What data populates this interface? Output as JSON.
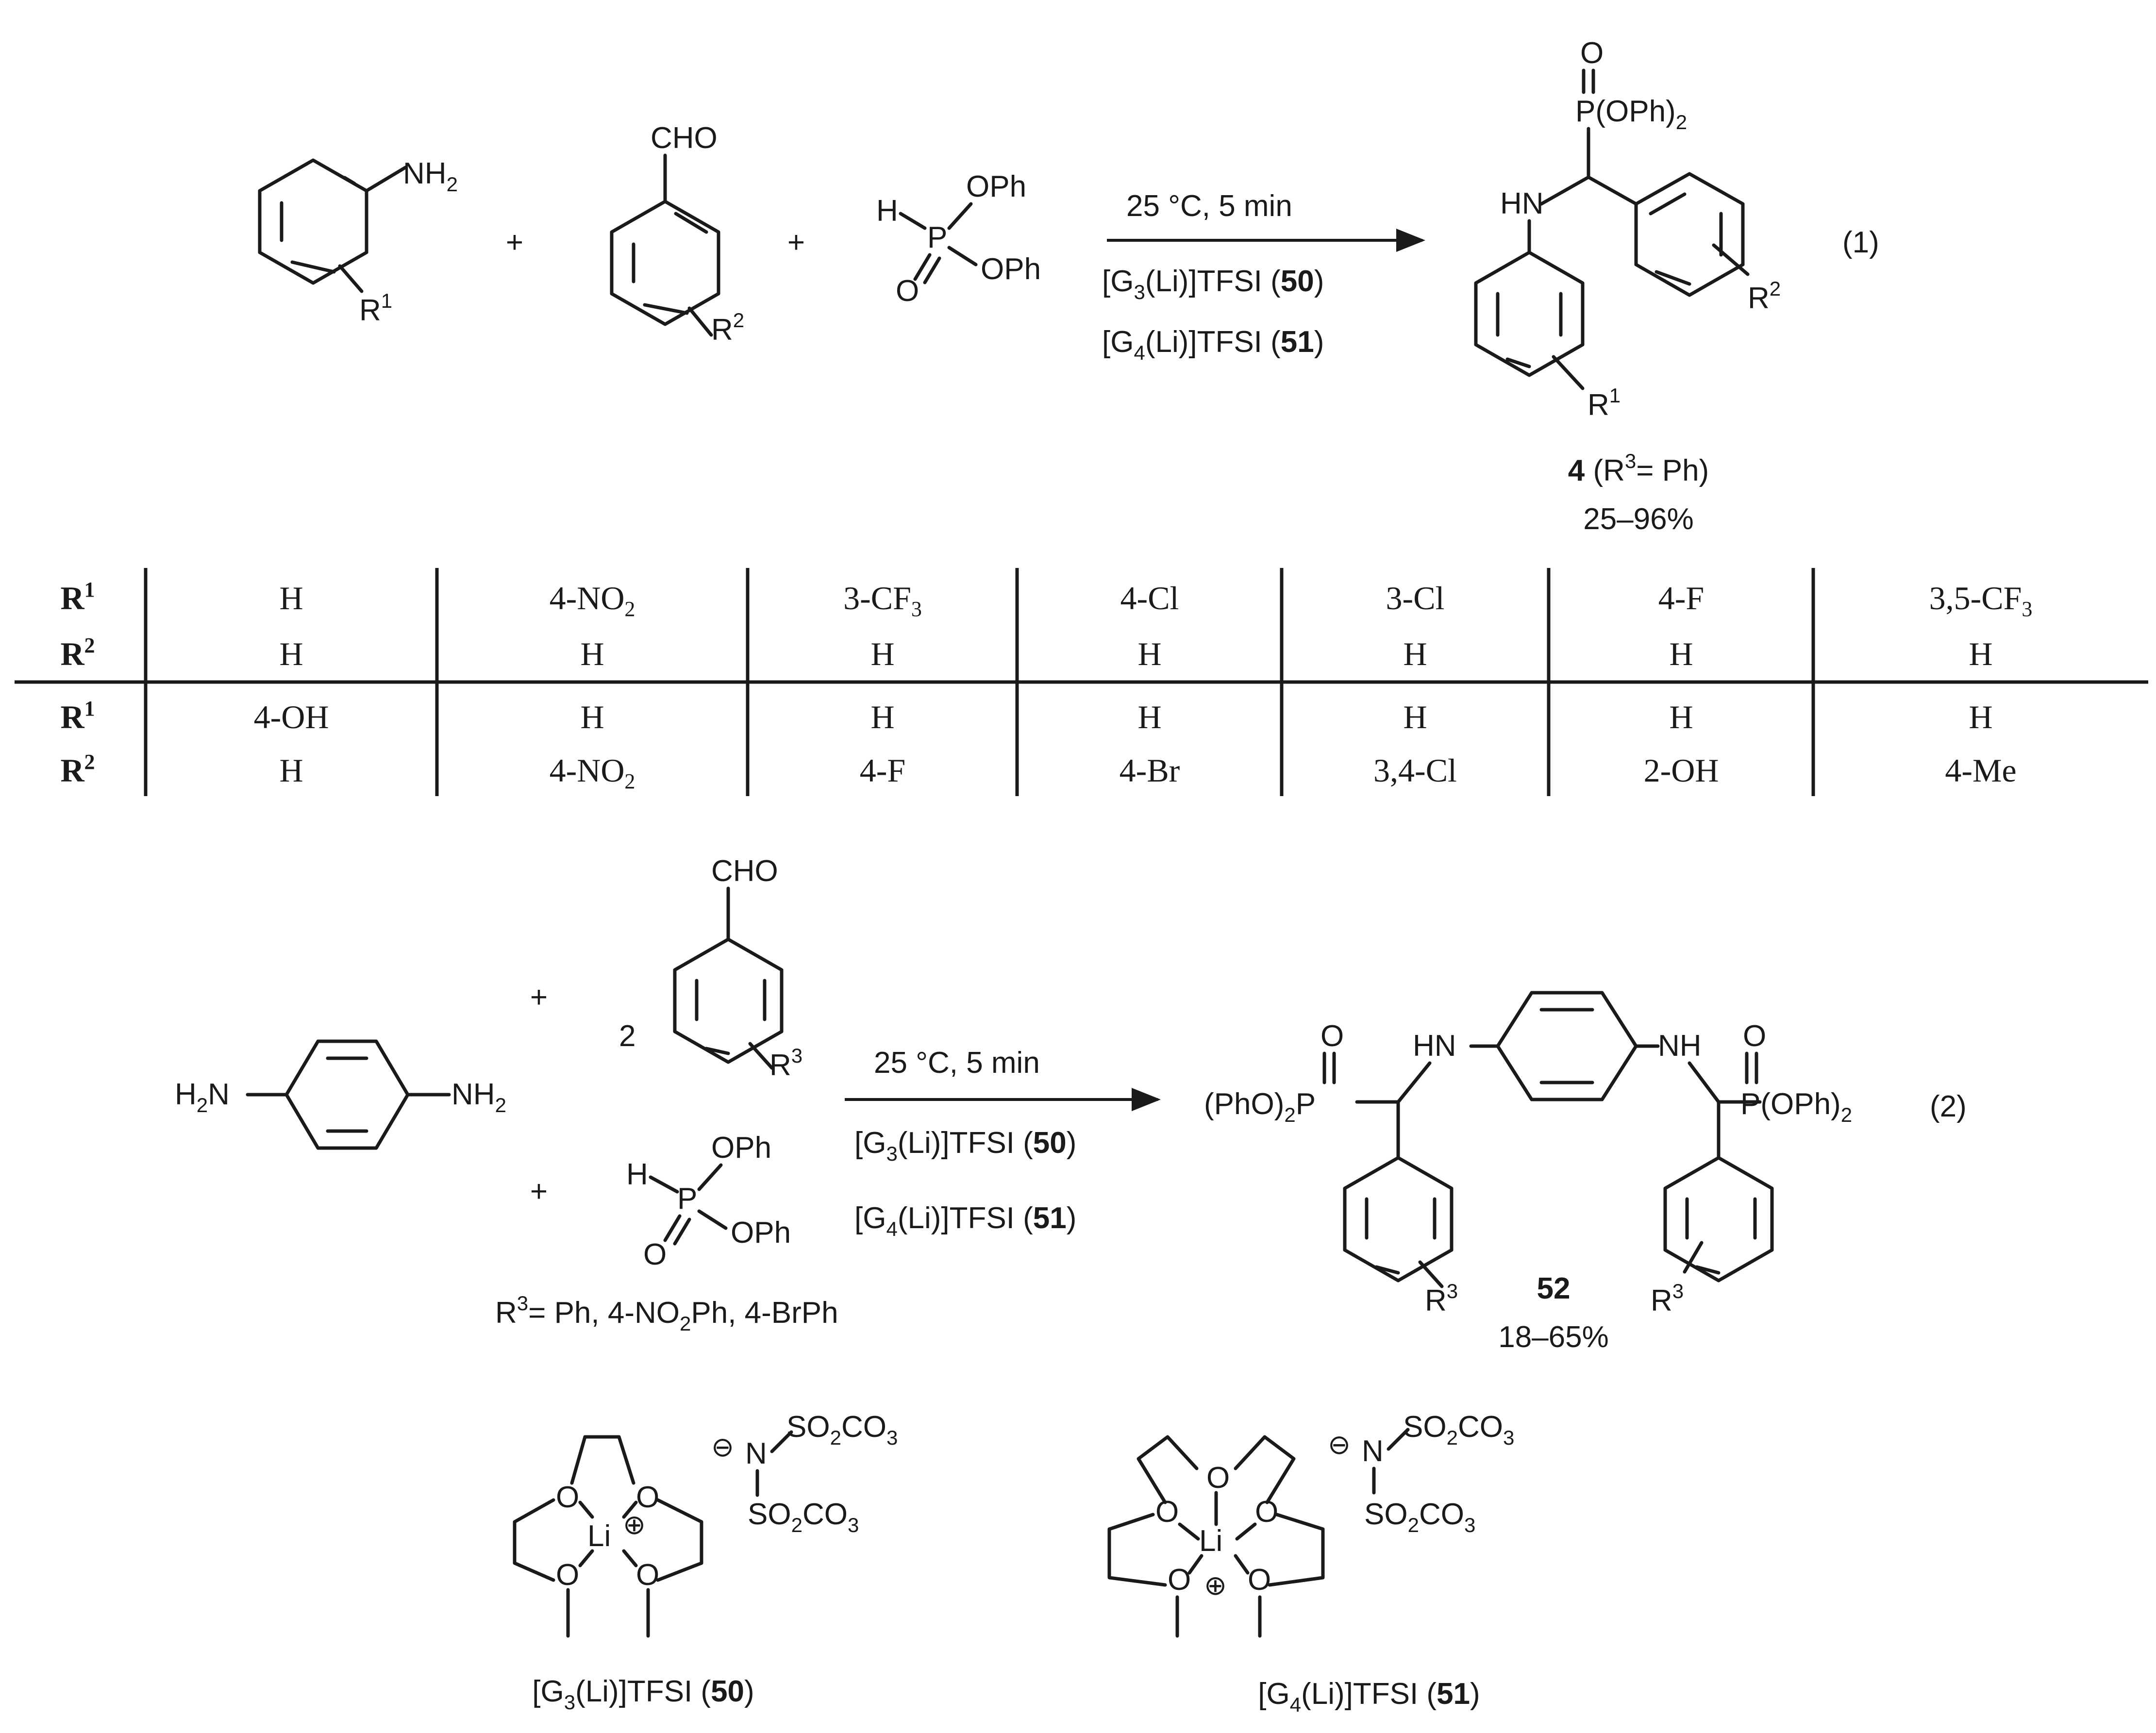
{
  "reaction1": {
    "reactant1": {
      "group": "NH",
      "sub": "2",
      "substituent": "R",
      "sup": "1"
    },
    "plus": "+",
    "reactant2": {
      "group": "CHO",
      "substituent": "R",
      "sup": "2"
    },
    "reactant3": {
      "h": "H",
      "p": "P",
      "o": "O",
      "ph1": "OPh",
      "ph2": "OPh"
    },
    "conditions": [
      "25 °C, 5 min",
      {
        "pre": "[G",
        "sub": "3",
        "mid": "(Li)]TFSI (",
        "bold": "50",
        "post": ")"
      },
      {
        "pre": "[G",
        "sub": "4",
        "mid": "(Li)]TFSI (",
        "bold": "51",
        "post": ")"
      }
    ],
    "product": {
      "o": "O",
      "pgroup": "P(OPh)",
      "psub": "2",
      "hn": "HN",
      "r1": "R",
      "r1sup": "1",
      "r2": "R",
      "r2sup": "2",
      "id_bold": "4",
      "id_rest_pre": " (R",
      "id_rest_sup": "3",
      "id_rest_post": "= Ph)",
      "yield": "25–96%"
    },
    "label": "(1)"
  },
  "table": {
    "row_labels": [
      "R",
      "R",
      "R",
      "R"
    ],
    "row_label_sups": [
      "1",
      "2",
      "1",
      "2"
    ],
    "rows": [
      [
        {
          "t": "H"
        },
        {
          "t": "4-NO",
          "s": "2"
        },
        {
          "t": "3-CF",
          "s": "3"
        },
        {
          "t": "4-Cl"
        },
        {
          "t": "3-Cl"
        },
        {
          "t": "4-F"
        },
        {
          "t": "3,5-CF",
          "s": "3"
        }
      ],
      [
        {
          "t": "H"
        },
        {
          "t": "H"
        },
        {
          "t": "H"
        },
        {
          "t": "H"
        },
        {
          "t": "H"
        },
        {
          "t": "H"
        },
        {
          "t": "H"
        }
      ],
      [
        {
          "t": "4-OH"
        },
        {
          "t": "H"
        },
        {
          "t": "H"
        },
        {
          "t": "H"
        },
        {
          "t": "H"
        },
        {
          "t": "H"
        },
        {
          "t": "H"
        }
      ],
      [
        {
          "t": "H"
        },
        {
          "t": "4-NO",
          "s": "2"
        },
        {
          "t": "4-F"
        },
        {
          "t": "4-Br"
        },
        {
          "t": "3,4-Cl"
        },
        {
          "t": "2-OH"
        },
        {
          "t": "4-Me"
        }
      ]
    ]
  },
  "reaction2": {
    "diamine": {
      "left": "H",
      "left_sub": "2",
      "left_n": "N",
      "right": "NH",
      "right_sub": "2"
    },
    "plus": "+",
    "coef": "2",
    "aldehyde": {
      "group": "CHO",
      "substituent": "R",
      "sup": "3"
    },
    "phosphite": {
      "h": "H",
      "p": "P",
      "o": "O",
      "ph1": "OPh",
      "ph2": "OPh"
    },
    "r3_note": {
      "pre": "R",
      "sup": "3",
      "mid": "= Ph, 4-NO",
      "sub": "2",
      "post": "Ph, 4-BrPh"
    },
    "conditions": [
      "25 °C, 5 min",
      {
        "pre": "[G",
        "sub": "3",
        "mid": "(Li)]TFSI (",
        "bold": "50",
        "post": ")"
      },
      {
        "pre": "[G",
        "sub": "4",
        "mid": "(Li)]TFSI (",
        "bold": "51",
        "post": ")"
      }
    ],
    "product": {
      "o": "O",
      "hn": "HN",
      "nh": "NH",
      "left_group": "(PhO)",
      "left_sub": "2",
      "left_p": "P",
      "right_group": "P(OPh)",
      "right_sub": "2",
      "r3": "R",
      "r3sup": "3",
      "id": "52",
      "yield": "18–65%"
    },
    "label": "(2)"
  },
  "catalysts": [
    {
      "o": "O",
      "li": "Li",
      "plus": "⊕",
      "minus": "⊖",
      "n": "N",
      "so2": "SO",
      "so2sub": "2",
      "co3": "CO",
      "co3sub": "3",
      "caption": {
        "pre": "[G",
        "sub": "3",
        "mid": "(Li)]TFSI (",
        "bold": "50",
        "post": ")"
      }
    },
    {
      "o": "O",
      "li": "Li",
      "plus": "⊕",
      "minus": "⊖",
      "n": "N",
      "so2": "SO",
      "so2sub": "2",
      "co3": "CO",
      "co3sub": "3",
      "caption": {
        "pre": "[G",
        "sub": "4",
        "mid": "(Li)]TFSI (",
        "bold": "51",
        "post": ")"
      }
    }
  ]
}
